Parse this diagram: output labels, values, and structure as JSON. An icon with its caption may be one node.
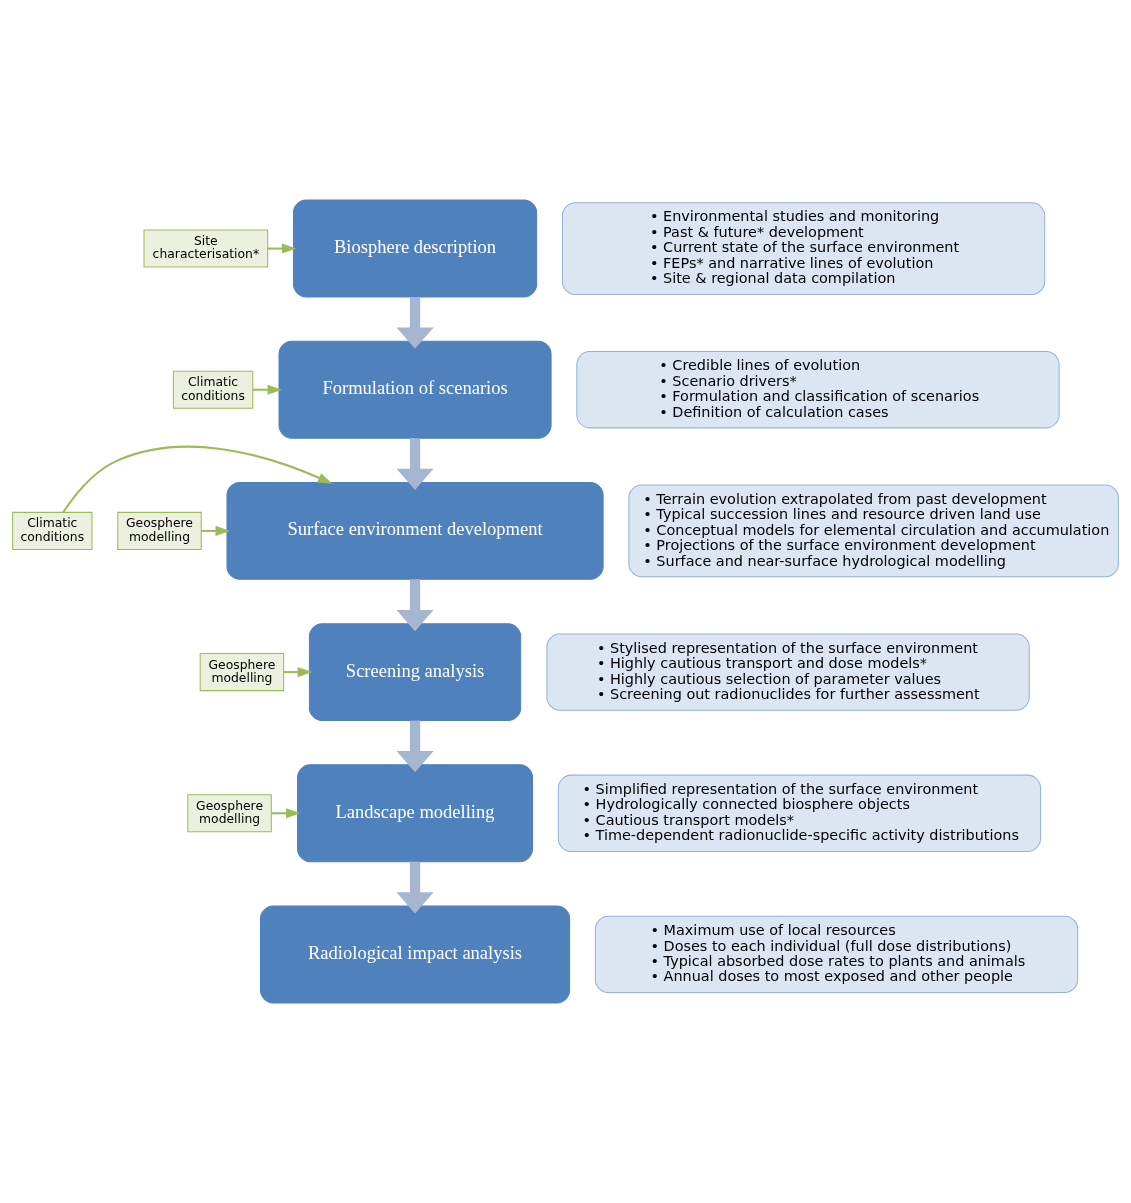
{
  "diagram": {
    "nodes": [
      {
        "text": [
          "Site characterisation*"
        ]
      },
      {
        "text": [
          "Biosphere description"
        ]
      },
      {
        "text": [
          "• Environmental studies and monitoring",
          "• Past & future* development",
          "• Current state of the surface environment",
          "• FEPs* and narrative lines of evolution",
          "• Site & regional data compilation"
        ]
      },
      {
        "text": [
          "Climatic conditions"
        ]
      },
      {
        "text": [
          "Formulation of scenarios"
        ]
      },
      {
        "text": [
          "• Credible lines of evolution",
          "• Scenario drivers*",
          "• Formulation and classification of scenarios",
          "• Definition of calculation cases"
        ]
      },
      {
        "text": [
          "Climatic conditions"
        ]
      },
      {
        "text": [
          "Geosphere modelling"
        ]
      },
      {
        "text": [
          "Surface environment development"
        ]
      },
      {
        "text": [
          "• Terrain evolution extrapolated from past development",
          "• Typical succession lines and resource driven land use",
          "• Conceptual models for elemental circulation and accumulation",
          "• Projections of the surface environment development",
          "• Surface and near-surface hydrological modelling"
        ]
      },
      {
        "text": [
          "Geosphere modelling"
        ]
      },
      {
        "text": [
          "Screening analysis"
        ]
      },
      {
        "text": [
          "• Stylised representation of the surface environment",
          "• Highly cautious transport and dose models*",
          "• Highly cautious selection of parameter values",
          "• Screening out radionuclides for further assessment"
        ]
      },
      {
        "text": [
          "Geosphere modelling"
        ]
      },
      {
        "text": [
          "Landscape modelling"
        ]
      },
      {
        "text": [
          "• Simplified representation of the surface environment",
          "• Hydrologically connected biosphere objects",
          "• Cautious transport models*",
          "• Time-dependent radionuclide-specific activity distributions"
        ]
      },
      {
        "text": [
          "Radiological impact analysis"
        ]
      },
      {
        "text": [
          "• Maximum use of local resources",
          "• Doses to each individual (full dose distributions)",
          "• Typical absorbed dose rates to plants and animals",
          "• Annual doses to most exposed and other people"
        ]
      }
    ],
    "edges": [
      {
        "from": 0,
        "to": 1,
        "arrow": "to"
      },
      {
        "from": 3,
        "to": 4,
        "arrow": "to"
      },
      {
        "from": 6,
        "to": 8,
        "arrow": "to"
      },
      {
        "from": 7,
        "to": 8,
        "arrow": "to"
      },
      {
        "from": 10,
        "to": 11,
        "arrow": "to"
      },
      {
        "from": 13,
        "to": 14,
        "arrow": "to"
      },
      {
        "from": 1,
        "to": 4,
        "arrow": "to",
        "style": "thick",
        "color": "#a6b6d0"
      },
      {
        "from": 4,
        "to": 8,
        "arrow": "to",
        "style": "thick",
        "color": "#a6b6d0"
      },
      {
        "from": 8,
        "to": 11,
        "arrow": "to",
        "style": "thick",
        "color": "#a6b6d0"
      },
      {
        "from": 11,
        "to": 14,
        "arrow": "to",
        "style": "thick",
        "color": "#a6b6d0"
      },
      {
        "from": 14,
        "to": 16,
        "arrow": "to",
        "style": "thick",
        "color": "#a6b6d0"
      }
    ]
  }
}
